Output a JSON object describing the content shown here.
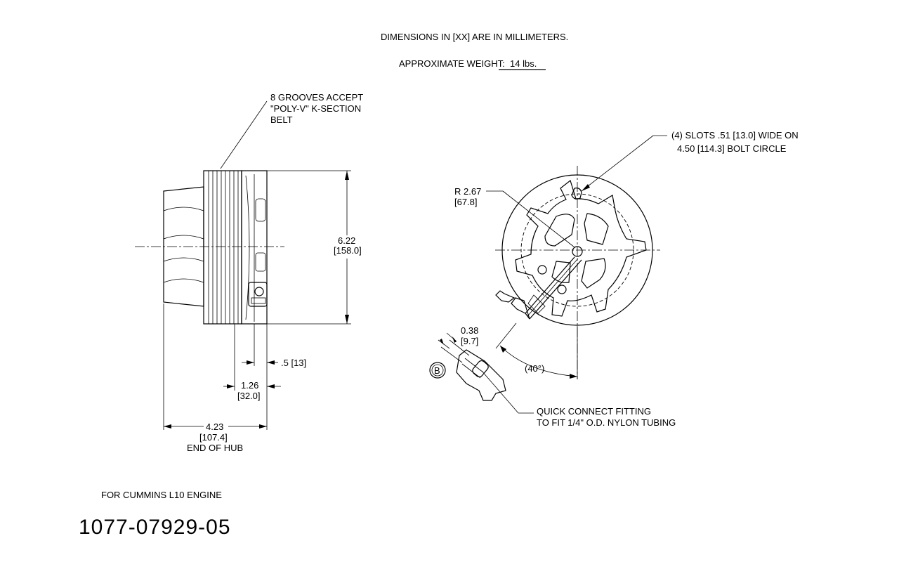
{
  "header": {
    "dimensions_note": "DIMENSIONS IN [XX] ARE IN MILLIMETERS.",
    "weight_label": "APPROXIMATE WEIGHT:",
    "weight_value": "14 lbs."
  },
  "side_view": {
    "grooves_note": [
      "8 GROOVES ACCEPT",
      "\"POLY-V\" K-SECTION",
      "BELT"
    ],
    "diameter": "6.22",
    "diameter_mm": "[158.0]",
    "dim_small": ".5 [13]",
    "dim_mid": "1.26",
    "dim_mid_mm": "[32.0]",
    "dim_hub": "4.23",
    "dim_hub_mm": "[107.4]",
    "dim_hub_label": "END OF HUB"
  },
  "front_view": {
    "slots_note": [
      "(4) SLOTS .51 [13.0] WIDE ON",
      "4.50 [114.3] BOLT CIRCLE"
    ],
    "radius": "R 2.67",
    "radius_mm": "[67.8]",
    "fitting_offset": "0.38",
    "fitting_offset_mm": "[9.7]",
    "angle": "(40°)",
    "detail_marker": "B",
    "fitting_note": [
      "QUICK CONNECT FITTING",
      "TO FIT 1/4\" O.D. NYLON TUBING"
    ]
  },
  "footer": {
    "engine_note": "FOR CUMMINS L10 ENGINE",
    "part_number": "1077-07929-05"
  }
}
